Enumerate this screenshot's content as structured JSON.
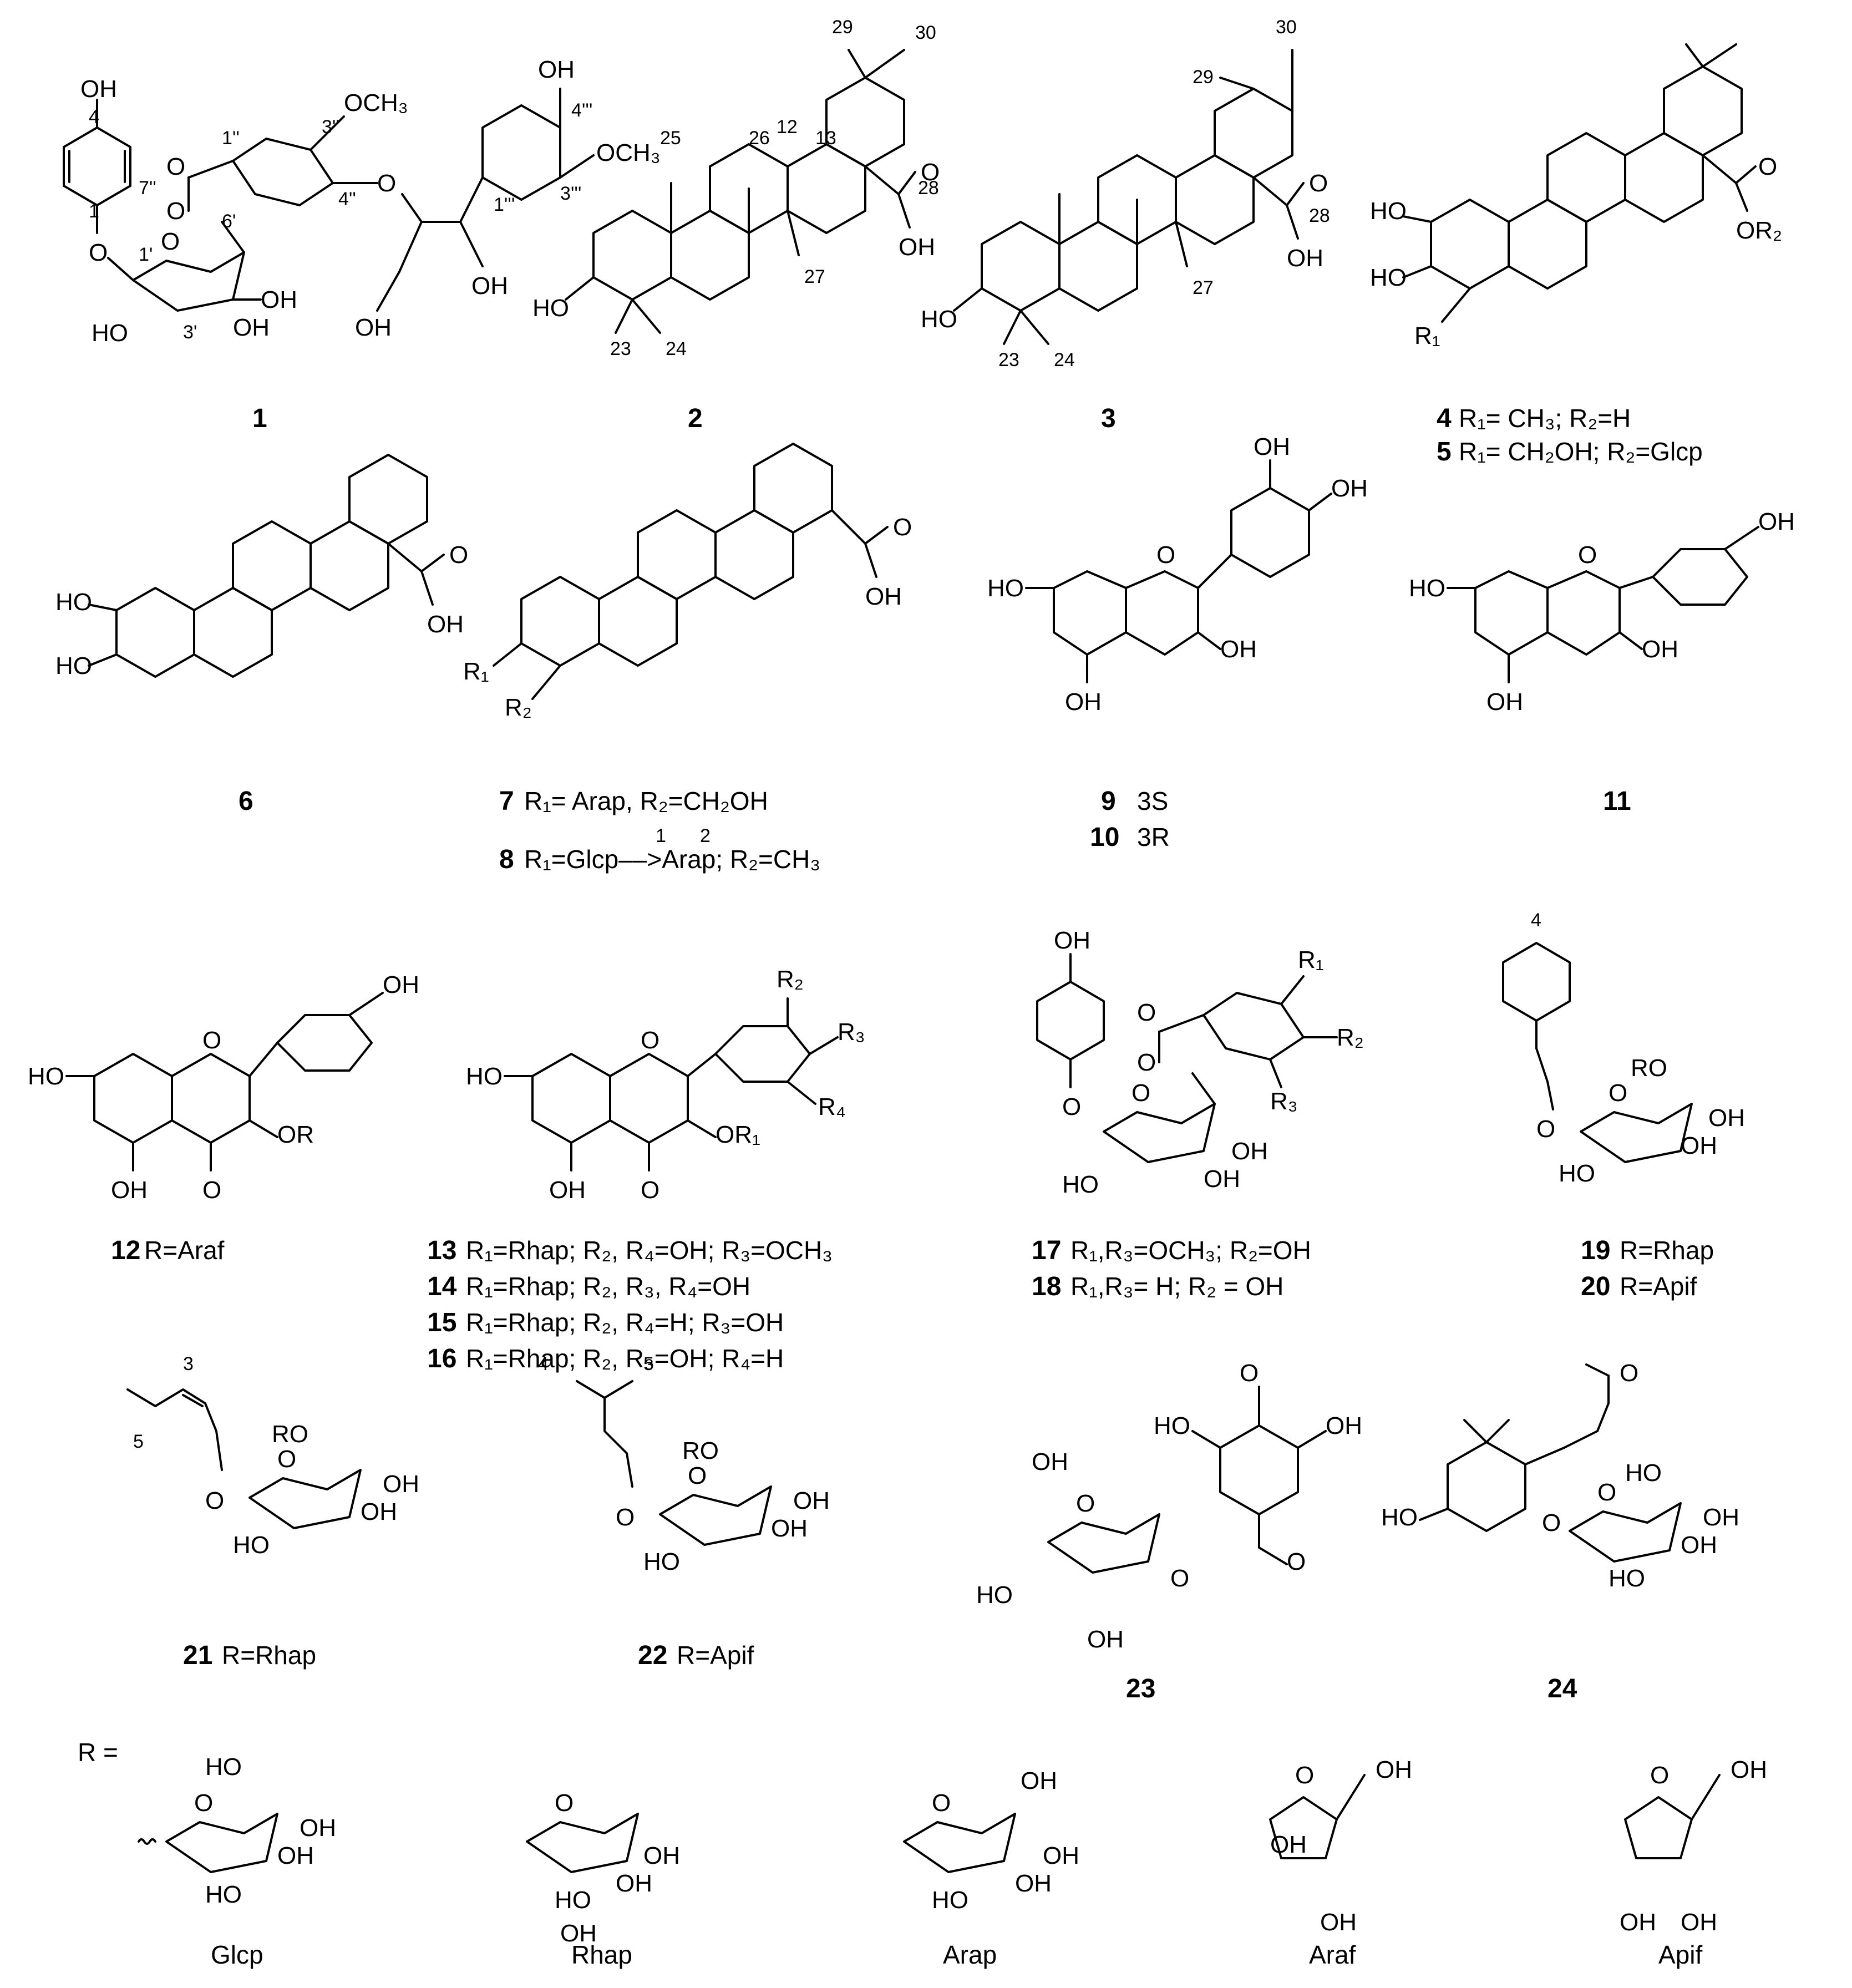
{
  "compound_ids": [
    "1",
    "2",
    "3",
    "4",
    "5",
    "6",
    "7",
    "8",
    "9",
    "10",
    "11",
    "12",
    "13",
    "14",
    "15",
    "16",
    "17",
    "18",
    "19",
    "20",
    "21",
    "22",
    "23",
    "24"
  ],
  "captions": {
    "c4": "R₁= CH₃; R₂=H",
    "c5": "R₁= CH₂OH; R₂=Glcp",
    "c7": "R₁= Arap, R₂=CH₂OH",
    "c8": "R₁=Glcp––>Arap; R₂=CH₃",
    "c8_link": [
      "1",
      "2"
    ],
    "c9": "3S",
    "c10": "3R",
    "c12": "R=Araf",
    "c13": "R₁=Rhap; R₂, R₄=OH; R₃=OCH₃",
    "c14": "R₁=Rhap; R₂, R₃, R₄=OH",
    "c15": "R₁=Rhap; R₂, R₄=H; R₃=OH",
    "c16": "R₁=Rhap; R₂, R₃=OH; R₄=H",
    "c17": "R₁,R₃=OCH₃; R₂=OH",
    "c18": "R₁,R₃= H; R₂ = OH",
    "c19": "R=Rhap",
    "c20": "R=Apif",
    "c21": "R=Rhap",
    "c22": "R=Apif"
  },
  "atom_labels": {
    "OH": "OH",
    "HO": "HO",
    "O": "O",
    "OCH3": "OCH₃",
    "OR": "OR",
    "OR1": "OR₁",
    "OR2": "OR₂",
    "R1": "R₁",
    "R2": "R₂",
    "R3": "R₃",
    "R4": "R₄",
    "RO": "RO"
  },
  "legend": {
    "r_equals": "R =",
    "sugars": [
      "Glcp",
      "Rhap",
      "Arap",
      "Araf",
      "Apif"
    ]
  }
}
